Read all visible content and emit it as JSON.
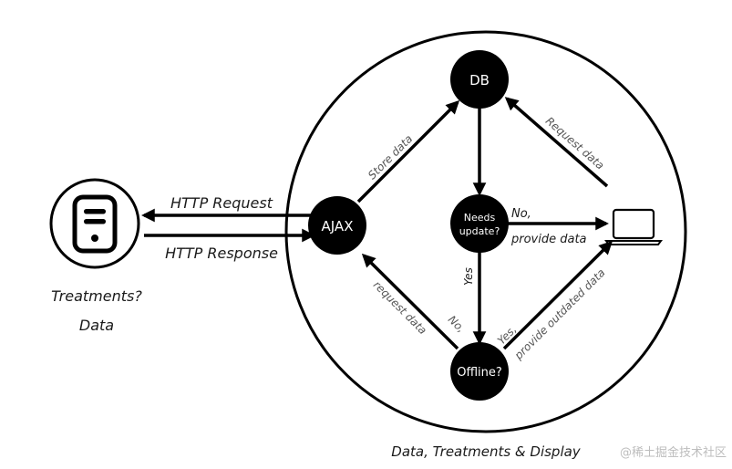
{
  "nodes": {
    "db": "DB",
    "ajax": "AJAX",
    "needs_update_line1": "Needs",
    "needs_update_line2": "update?",
    "offline": "Offline?"
  },
  "edges": {
    "store_data": "Store data",
    "request_data_top": "Request data",
    "no_provide_line1": "No,",
    "no_provide_line2": "provide data",
    "yes": "Yes",
    "no_request_line1": "No,",
    "no_request_line2": "request data",
    "yes_outdated_line1": "Yes,",
    "yes_outdated_line2": "provide outdated data"
  },
  "http": {
    "request": "HTTP Request",
    "response": "HTTP Response"
  },
  "server_caption": {
    "line1": "Treatments?",
    "line2": "Data"
  },
  "circle_caption": "Data, Treatments & Display",
  "watermark": "@稀土掘金技术社区",
  "icons": {
    "server": "server-icon",
    "laptop": "laptop-icon"
  }
}
